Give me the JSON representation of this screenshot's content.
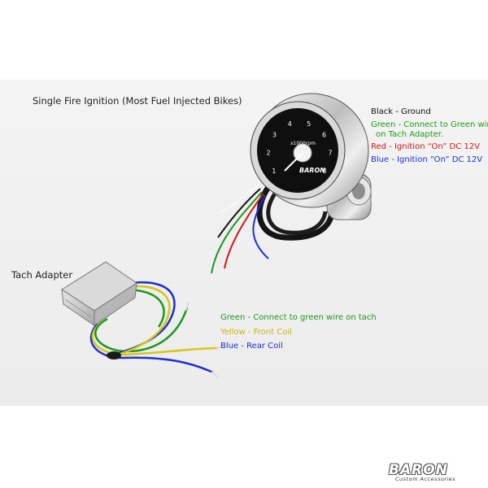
{
  "title": "Single Fire Ignition (Most Fuel Injected Bikes)",
  "tach_adapter_label": "Tach Adapter",
  "gauge": {
    "dial_numbers": [
      "1",
      "2",
      "3",
      "4",
      "5",
      "6",
      "7",
      "8"
    ],
    "unit_text": "x1000rpm",
    "face_logo": "BARON"
  },
  "tach_wires": {
    "black": "Black - Ground",
    "green_line1": "Green - Connect to Green wire",
    "green_line2": "on Tach Adapter.",
    "red": "Red - Ignition “On” DC 12V",
    "blue": "Blue - Ignition “On” DC 12V"
  },
  "adapter_wires": {
    "green": "Green - Connect to green wire on tach",
    "yellow": "Yellow - Front Coil",
    "blue": "Blue - Rear Coil"
  },
  "brand": {
    "name": "BARON",
    "tagline": "Custom Accessories"
  },
  "colors": {
    "green": "#1a9a1a",
    "red": "#d01818",
    "blue": "#1c2fd0",
    "yellow": "#c8b418",
    "black": "#111111"
  }
}
